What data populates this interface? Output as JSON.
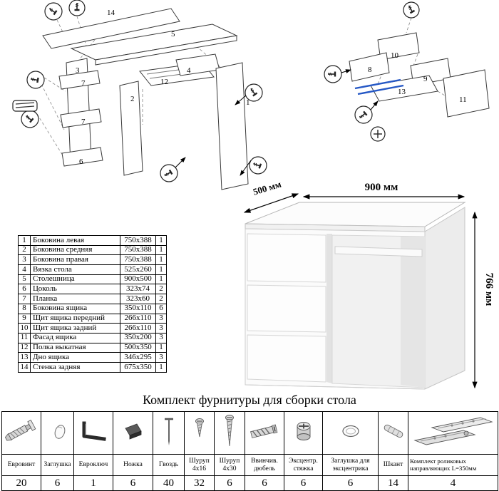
{
  "title": "Комплект фурнитуры для сборки стола",
  "dims": {
    "width": "900 мм",
    "depth": "500 мм",
    "height": "766 мм"
  },
  "parts": {
    "rows": [
      {
        "num": "1",
        "name": "Боковина левая",
        "size": "750x388",
        "qty": "1"
      },
      {
        "num": "2",
        "name": "Боковина средняя",
        "size": "750x388",
        "qty": "1"
      },
      {
        "num": "3",
        "name": "Боковина правая",
        "size": "750x388",
        "qty": "1"
      },
      {
        "num": "4",
        "name": "Вязка стола",
        "size": "525x260",
        "qty": "1"
      },
      {
        "num": "5",
        "name": "Столешница",
        "size": "900x500",
        "qty": "1"
      },
      {
        "num": "6",
        "name": "Цоколь",
        "size": "323x74",
        "qty": "2"
      },
      {
        "num": "7",
        "name": "Планка",
        "size": "323x60",
        "qty": "2"
      },
      {
        "num": "8",
        "name": "Боковина ящика",
        "size": "350x110",
        "qty": "6"
      },
      {
        "num": "9",
        "name": "Щит ящика передний",
        "size": "266x110",
        "qty": "3"
      },
      {
        "num": "10",
        "name": "Щит ящика задний",
        "size": "266x110",
        "qty": "3"
      },
      {
        "num": "11",
        "name": "Фасад ящика",
        "size": "350x200",
        "qty": "3"
      },
      {
        "num": "12",
        "name": "Полка выкатная",
        "size": "500x350",
        "qty": "1"
      },
      {
        "num": "13",
        "name": "Дно ящика",
        "size": "346x295",
        "qty": "3"
      },
      {
        "num": "14",
        "name": "Стенка задняя",
        "size": "675x350",
        "qty": "1"
      }
    ]
  },
  "hardware": {
    "items": [
      {
        "name": "Евровинт",
        "qty": "20",
        "icon": "euro-screw-icon"
      },
      {
        "name": "Заглушка",
        "qty": "6",
        "icon": "cap-icon"
      },
      {
        "name": "Евроключ",
        "qty": "1",
        "icon": "hex-key-icon"
      },
      {
        "name": "Ножка",
        "qty": "6",
        "icon": "foot-icon"
      },
      {
        "name": "Гвоздь",
        "qty": "40",
        "icon": "nail-icon"
      },
      {
        "name": "Шуруп 4x16",
        "qty": "32",
        "icon": "screw-short-icon"
      },
      {
        "name": "Шуруп 4x30",
        "qty": "6",
        "icon": "screw-long-icon"
      },
      {
        "name": "Ввинчив. дюбель",
        "qty": "6",
        "icon": "dowel-screw-icon"
      },
      {
        "name": "Эксцентр. стяжка",
        "qty": "6",
        "icon": "cam-lock-icon"
      },
      {
        "name": "Заглушка для эксцентрика",
        "qty": "6",
        "icon": "cam-cap-icon"
      },
      {
        "name": "Шкант",
        "qty": "14",
        "icon": "wood-dowel-icon"
      },
      {
        "name": "Комплект роликовых направляющих L=350мм",
        "qty": "4",
        "icon": "roller-slides-icon"
      }
    ]
  },
  "exploded_left": {
    "labels": [
      "14",
      "5",
      "3",
      "7",
      "7",
      "6",
      "12",
      "2",
      "4",
      "1"
    ]
  },
  "exploded_right": {
    "labels": [
      "10",
      "8",
      "9",
      "13",
      "11"
    ]
  }
}
